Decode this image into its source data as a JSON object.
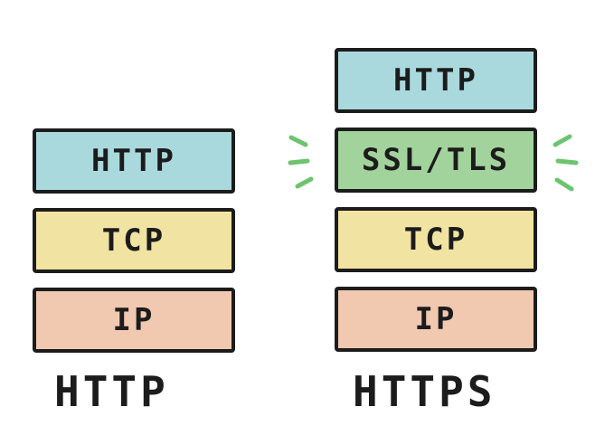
{
  "colors": {
    "http": "#a9d9dd",
    "tls": "#a3d39c",
    "tcp": "#f1e3a2",
    "ip": "#f1c9b0",
    "spark": "#6cc46f",
    "ink": "#1c1c1c"
  },
  "left_stack": {
    "layers": [
      "HTTP",
      "TCP",
      "IP"
    ],
    "caption": "HTTP"
  },
  "right_stack": {
    "layers": [
      "HTTP",
      "SSL/TLS",
      "TCP",
      "IP"
    ],
    "caption": "HTTPS"
  }
}
